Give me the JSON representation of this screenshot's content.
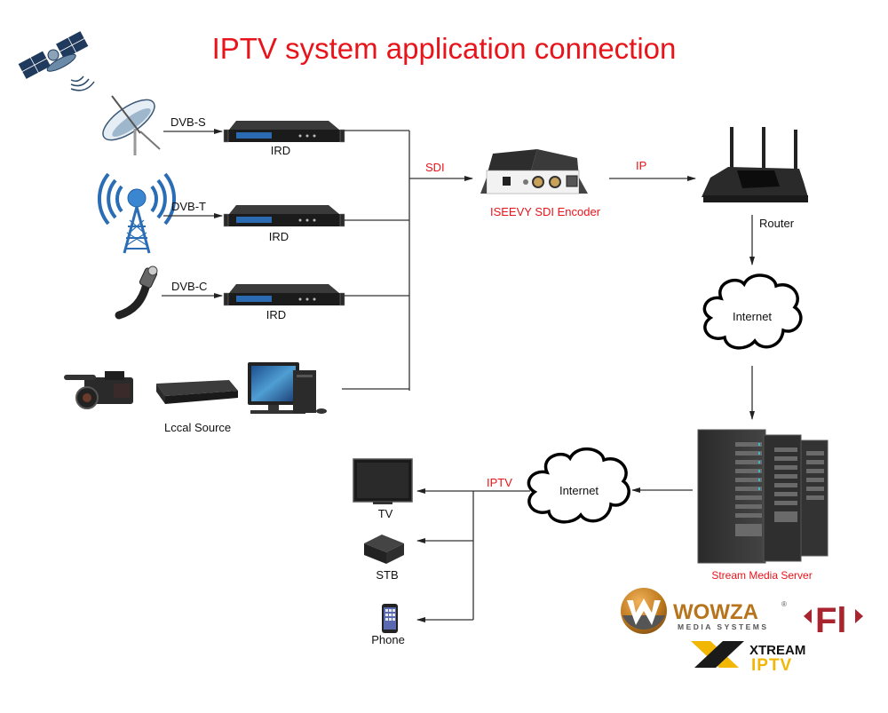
{
  "title": "IPTV system application connection",
  "sources": {
    "satellite_link": "DVB-S",
    "terrestrial_link": "DVB-T",
    "cable_link": "DVB-C",
    "ird_label": "IRD",
    "local_source_label": "Lccal Source"
  },
  "encoder": {
    "input_label": "SDI",
    "name": "ISEEVY SDI Encoder",
    "output_label": "IP"
  },
  "router": {
    "label": "Router"
  },
  "internet_top": {
    "label": "Internet"
  },
  "server": {
    "label": "Stream Media Server"
  },
  "internet_bottom": {
    "label": "Internet"
  },
  "distribution": {
    "link_label": "IPTV",
    "devices": [
      {
        "label": "TV"
      },
      {
        "label": "STB"
      },
      {
        "label": "Phone"
      }
    ]
  },
  "logos": {
    "wowza_name": "WOWZA",
    "wowza_sub": "MEDIA SYSTEMS",
    "wowza_reg": "®",
    "fl_text": "Fl",
    "xtream_top": "XTREAM",
    "xtream_bottom": "IPTV"
  },
  "colors": {
    "accent_red": "#e8141b",
    "line": "#333333",
    "wowza_orange": "#c07a1e",
    "xtream_yellow": "#f2b705",
    "fl_red": "#a8242e"
  }
}
